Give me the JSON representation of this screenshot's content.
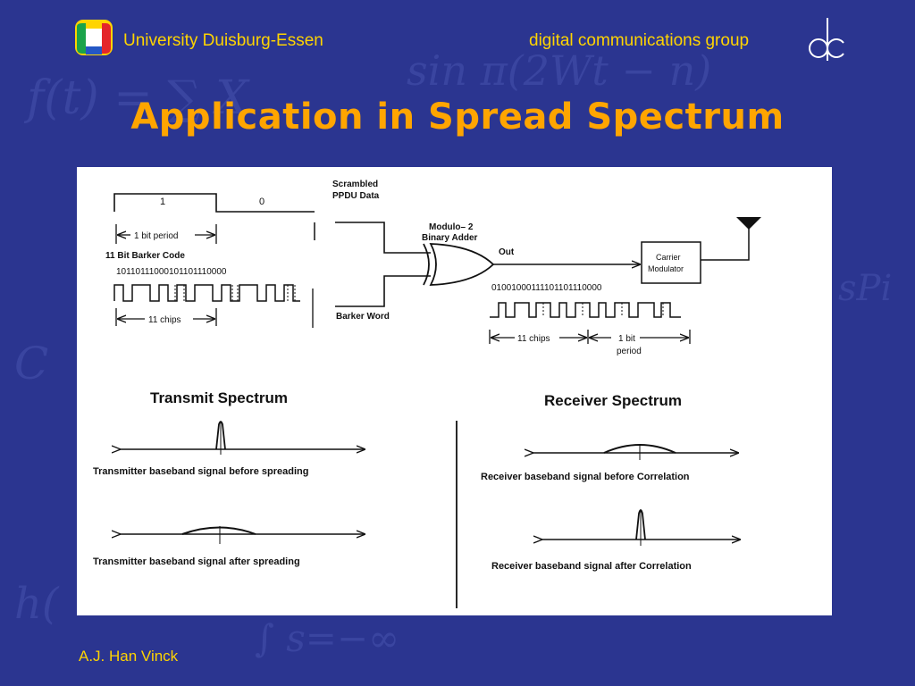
{
  "header": {
    "university": "University Duisburg-Essen",
    "group": "digital communications group",
    "logo_icon": "university-logo-icon",
    "group_icon": "dc-group-logo-icon"
  },
  "slide": {
    "title": "Application in Spread Spectrum"
  },
  "figure": {
    "top": {
      "bit_one": "1",
      "bit_zero": "0",
      "bit_period_label": "1 bit period",
      "barker_code_heading": "11 Bit Barker Code",
      "barker_sequence": "10110111000101101110000",
      "eleven_chips_left": "11 chips",
      "scrambled_line1": "Scrambled",
      "scrambled_line2": "PPDU Data",
      "barker_word": "Barker Word",
      "adder_line1": "Modulo– 2",
      "adder_line2": "Binary Adder",
      "out_label": "Out",
      "output_sequence": "01001000111101101110000",
      "carrier_line1": "Carrier",
      "carrier_line2": "Modulator",
      "eleven_chips_right": "11 chips",
      "one_bit_line1": "1 bit",
      "one_bit_line2": "period"
    },
    "transmit": {
      "heading": "Transmit Spectrum",
      "before_caption": "Transmitter baseband signal before spreading",
      "after_caption": "Transmitter baseband signal after spreading"
    },
    "receive": {
      "heading": "Receiver Spectrum",
      "before_caption": "Receiver baseband signal before Correlation",
      "after_caption": "Receiver baseband signal after Correlation"
    }
  },
  "footer": {
    "author": "A.J. Han Vinck"
  },
  "colors": {
    "background": "#2b3590",
    "header_text": "#ffd400",
    "title": "#ffa500"
  }
}
